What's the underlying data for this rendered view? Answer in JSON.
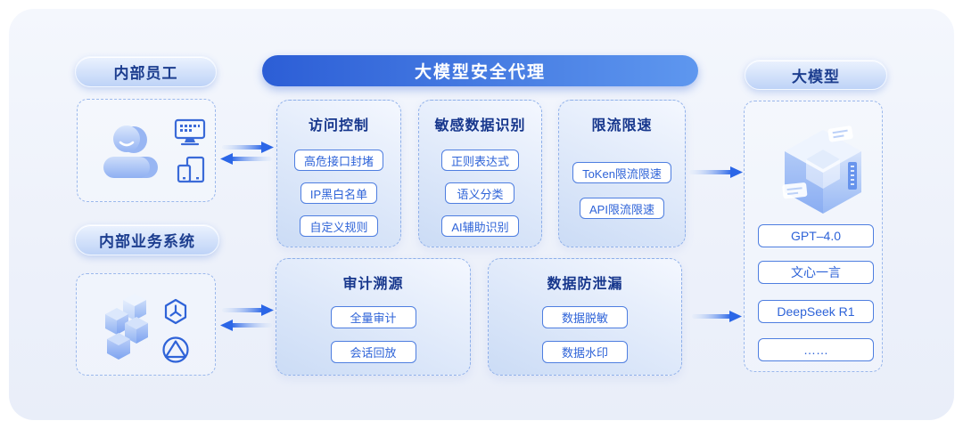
{
  "colors": {
    "accent_blue": "#2e63d8",
    "header_gradient_start": "#2c5ed6",
    "header_gradient_end": "#5e97ef",
    "card_title": "#16368c",
    "pill_text": "#1d3e8f",
    "item_border": "#4e7ee0",
    "dashed_border": "#9bb8ec",
    "canvas_bg": "#f1f5fc",
    "arrow_blue": "#2b66e7"
  },
  "left": {
    "employees": {
      "label": "内部员工",
      "icons": [
        "user-icon",
        "monitor-icon",
        "mobile-devices-icon"
      ]
    },
    "business": {
      "label": "内部业务系统",
      "icons": [
        "stacked-cubes-icon",
        "package-hexagon-icon",
        "triangle-circle-icon"
      ]
    }
  },
  "proxy": {
    "title": "大模型安全代理",
    "cards": [
      {
        "title": "访问控制",
        "items": [
          "高危接口封堵",
          "IP黑白名单",
          "自定义规则"
        ]
      },
      {
        "title": "敏感数据识别",
        "items": [
          "正则表达式",
          "语义分类",
          "AI辅助识别"
        ]
      },
      {
        "title": "限流限速",
        "items": [
          "ToKen限流限速",
          "API限流限速"
        ]
      },
      {
        "title": "审计溯源",
        "items": [
          "全量审计",
          "会话回放"
        ]
      },
      {
        "title": "数据防泄漏",
        "items": [
          "数据脱敏",
          "数据水印"
        ]
      }
    ]
  },
  "models": {
    "label": "大模型",
    "icon": "glass-cube-icon",
    "items": [
      "GPT–4.0",
      "文心一言",
      "DeepSeek R1",
      "……"
    ]
  }
}
